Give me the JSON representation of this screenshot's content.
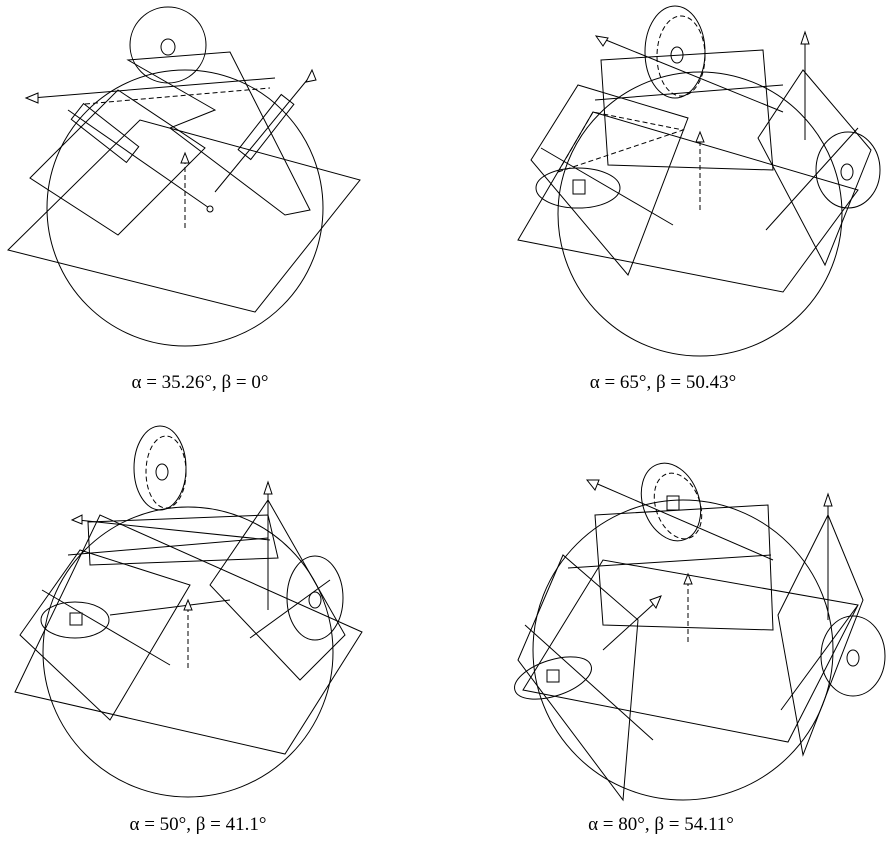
{
  "figure": {
    "panels": [
      {
        "id": "a",
        "caption": "α = 35.26°, β = 0°"
      },
      {
        "id": "b",
        "caption": "α = 65°, β = 50.43°"
      },
      {
        "id": "c",
        "caption": "α = 50°, β = 41.1°"
      },
      {
        "id": "d",
        "caption": "α = 80°, β = 54.11°"
      }
    ]
  },
  "colors": {
    "line": "#000000",
    "background": "#ffffff"
  }
}
